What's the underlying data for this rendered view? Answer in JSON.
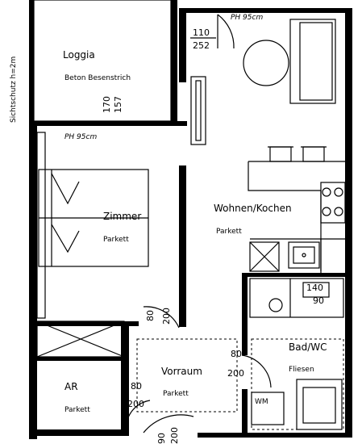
{
  "labels": {
    "loggia": "Loggia",
    "loggia_floor": "Beton Besenstrich",
    "sichtschutz": "Sichtschutz h=2m",
    "zimmer": "Zimmer",
    "zimmer_floor": "Parkett",
    "wohnen": "Wohnen/Kochen",
    "wohnen_floor": "Parkett",
    "vorraum": "Vorraum",
    "vorraum_floor": "Parkett",
    "ar": "AR",
    "ar_floor": "Parkett",
    "bad": "Bad/WC",
    "bad_floor": "Fliesen",
    "wm": "WM",
    "ph_top": "PH 95cm",
    "ph_mid": "PH 95cm"
  },
  "dimensions": {
    "win_top_w": "110",
    "win_top_h": "252",
    "loggia_door_w": "170",
    "loggia_door_h": "157",
    "zimmer_door_w": "80",
    "zimmer_door_h": "200",
    "bad_door_w": "80",
    "bad_door_h": "200",
    "ar_door_w": "80",
    "ar_door_h": "200",
    "entry_w": "90",
    "entry_h": "200",
    "shower_w": "140",
    "shower_h": "90"
  }
}
